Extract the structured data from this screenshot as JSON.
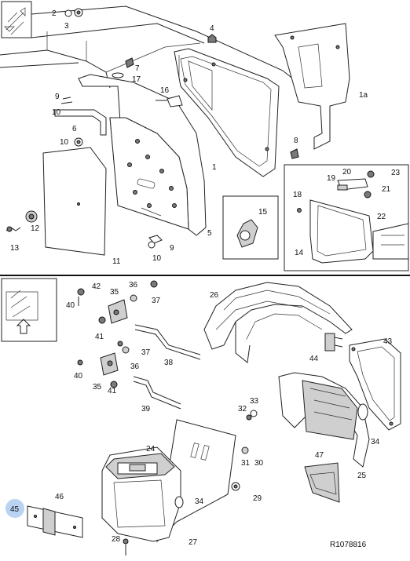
{
  "callouts": {
    "c1": "1",
    "c1a": "1a",
    "c2": "2",
    "c3": "3",
    "c4": "4",
    "c5": "5",
    "c6": "6",
    "c7": "7",
    "c8": "8",
    "c9a": "9",
    "c9b": "9",
    "c10a": "10",
    "c10b": "10",
    "c10c": "10",
    "c11": "11",
    "c12": "12",
    "c13": "13",
    "c14": "14",
    "c15": "15",
    "c16": "16",
    "c17": "17",
    "c18": "18",
    "c19": "19",
    "c20": "20",
    "c21": "21",
    "c22": "22",
    "c23": "23",
    "c24": "24",
    "c25": "25",
    "c26": "26",
    "c27": "27",
    "c28": "28",
    "c29": "29",
    "c30": "30",
    "c31": "31",
    "c32": "32",
    "c33": "33",
    "c34a": "34",
    "c34b": "34",
    "c35a": "35",
    "c35b": "35",
    "c36a": "36",
    "c36b": "36",
    "c37a": "37",
    "c37b": "37",
    "c38": "38",
    "c39": "39",
    "c40a": "40",
    "c40b": "40",
    "c41a": "41",
    "c41b": "41",
    "c42": "42",
    "c43": "43",
    "c44": "44",
    "c45": "45",
    "c46": "46",
    "c47": "47"
  },
  "highlight_color": "#b9d3f2",
  "reference": "R1078816"
}
